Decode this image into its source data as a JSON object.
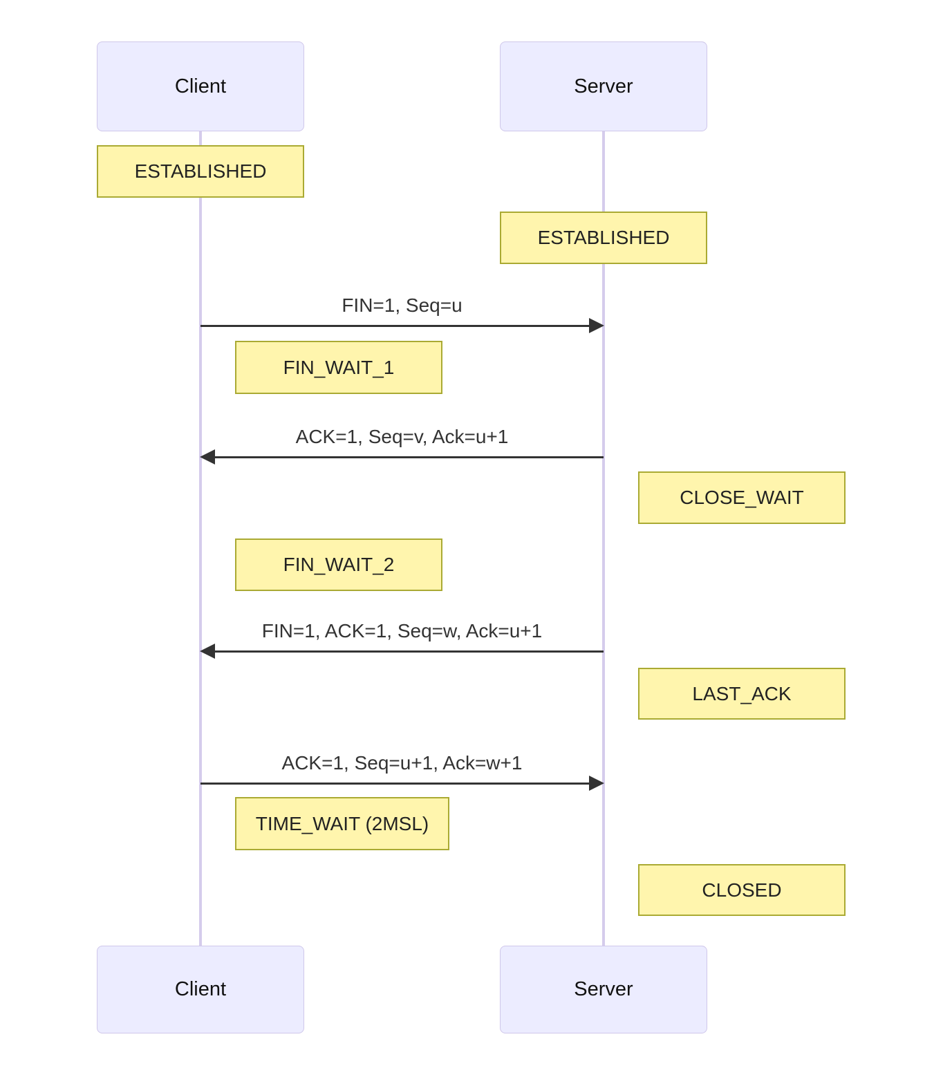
{
  "diagram_type": "sequence",
  "actors": {
    "client": "Client",
    "server": "Server"
  },
  "notes": [
    {
      "label": "ESTABLISHED",
      "over": "Client"
    },
    {
      "label": "ESTABLISHED",
      "over": "Server"
    },
    {
      "label": "FIN_WAIT_1",
      "over": "Client"
    },
    {
      "label": "CLOSE_WAIT",
      "over": "Server"
    },
    {
      "label": "FIN_WAIT_2",
      "over": "Client"
    },
    {
      "label": "LAST_ACK",
      "over": "Server"
    },
    {
      "label": "TIME_WAIT (2MSL)",
      "over": "Client"
    },
    {
      "label": "CLOSED",
      "over": "Server"
    }
  ],
  "messages": [
    {
      "label": "FIN=1, Seq=u",
      "from": "Client",
      "to": "Server"
    },
    {
      "label": "ACK=1, Seq=v, Ack=u+1",
      "from": "Server",
      "to": "Client"
    },
    {
      "label": "FIN=1, ACK=1, Seq=w, Ack=u+1",
      "from": "Server",
      "to": "Client"
    },
    {
      "label": "ACK=1, Seq=u+1, Ack=w+1",
      "from": "Client",
      "to": "Server"
    }
  ],
  "colors": {
    "actor_fill": "#ECECFF",
    "actor_border": "#CFC7EA",
    "note_fill": "#FFF5AD",
    "note_border": "#AAAA33",
    "lifeline": "#D5CCEC",
    "message": "#333333",
    "background": "#FFFFFF"
  }
}
